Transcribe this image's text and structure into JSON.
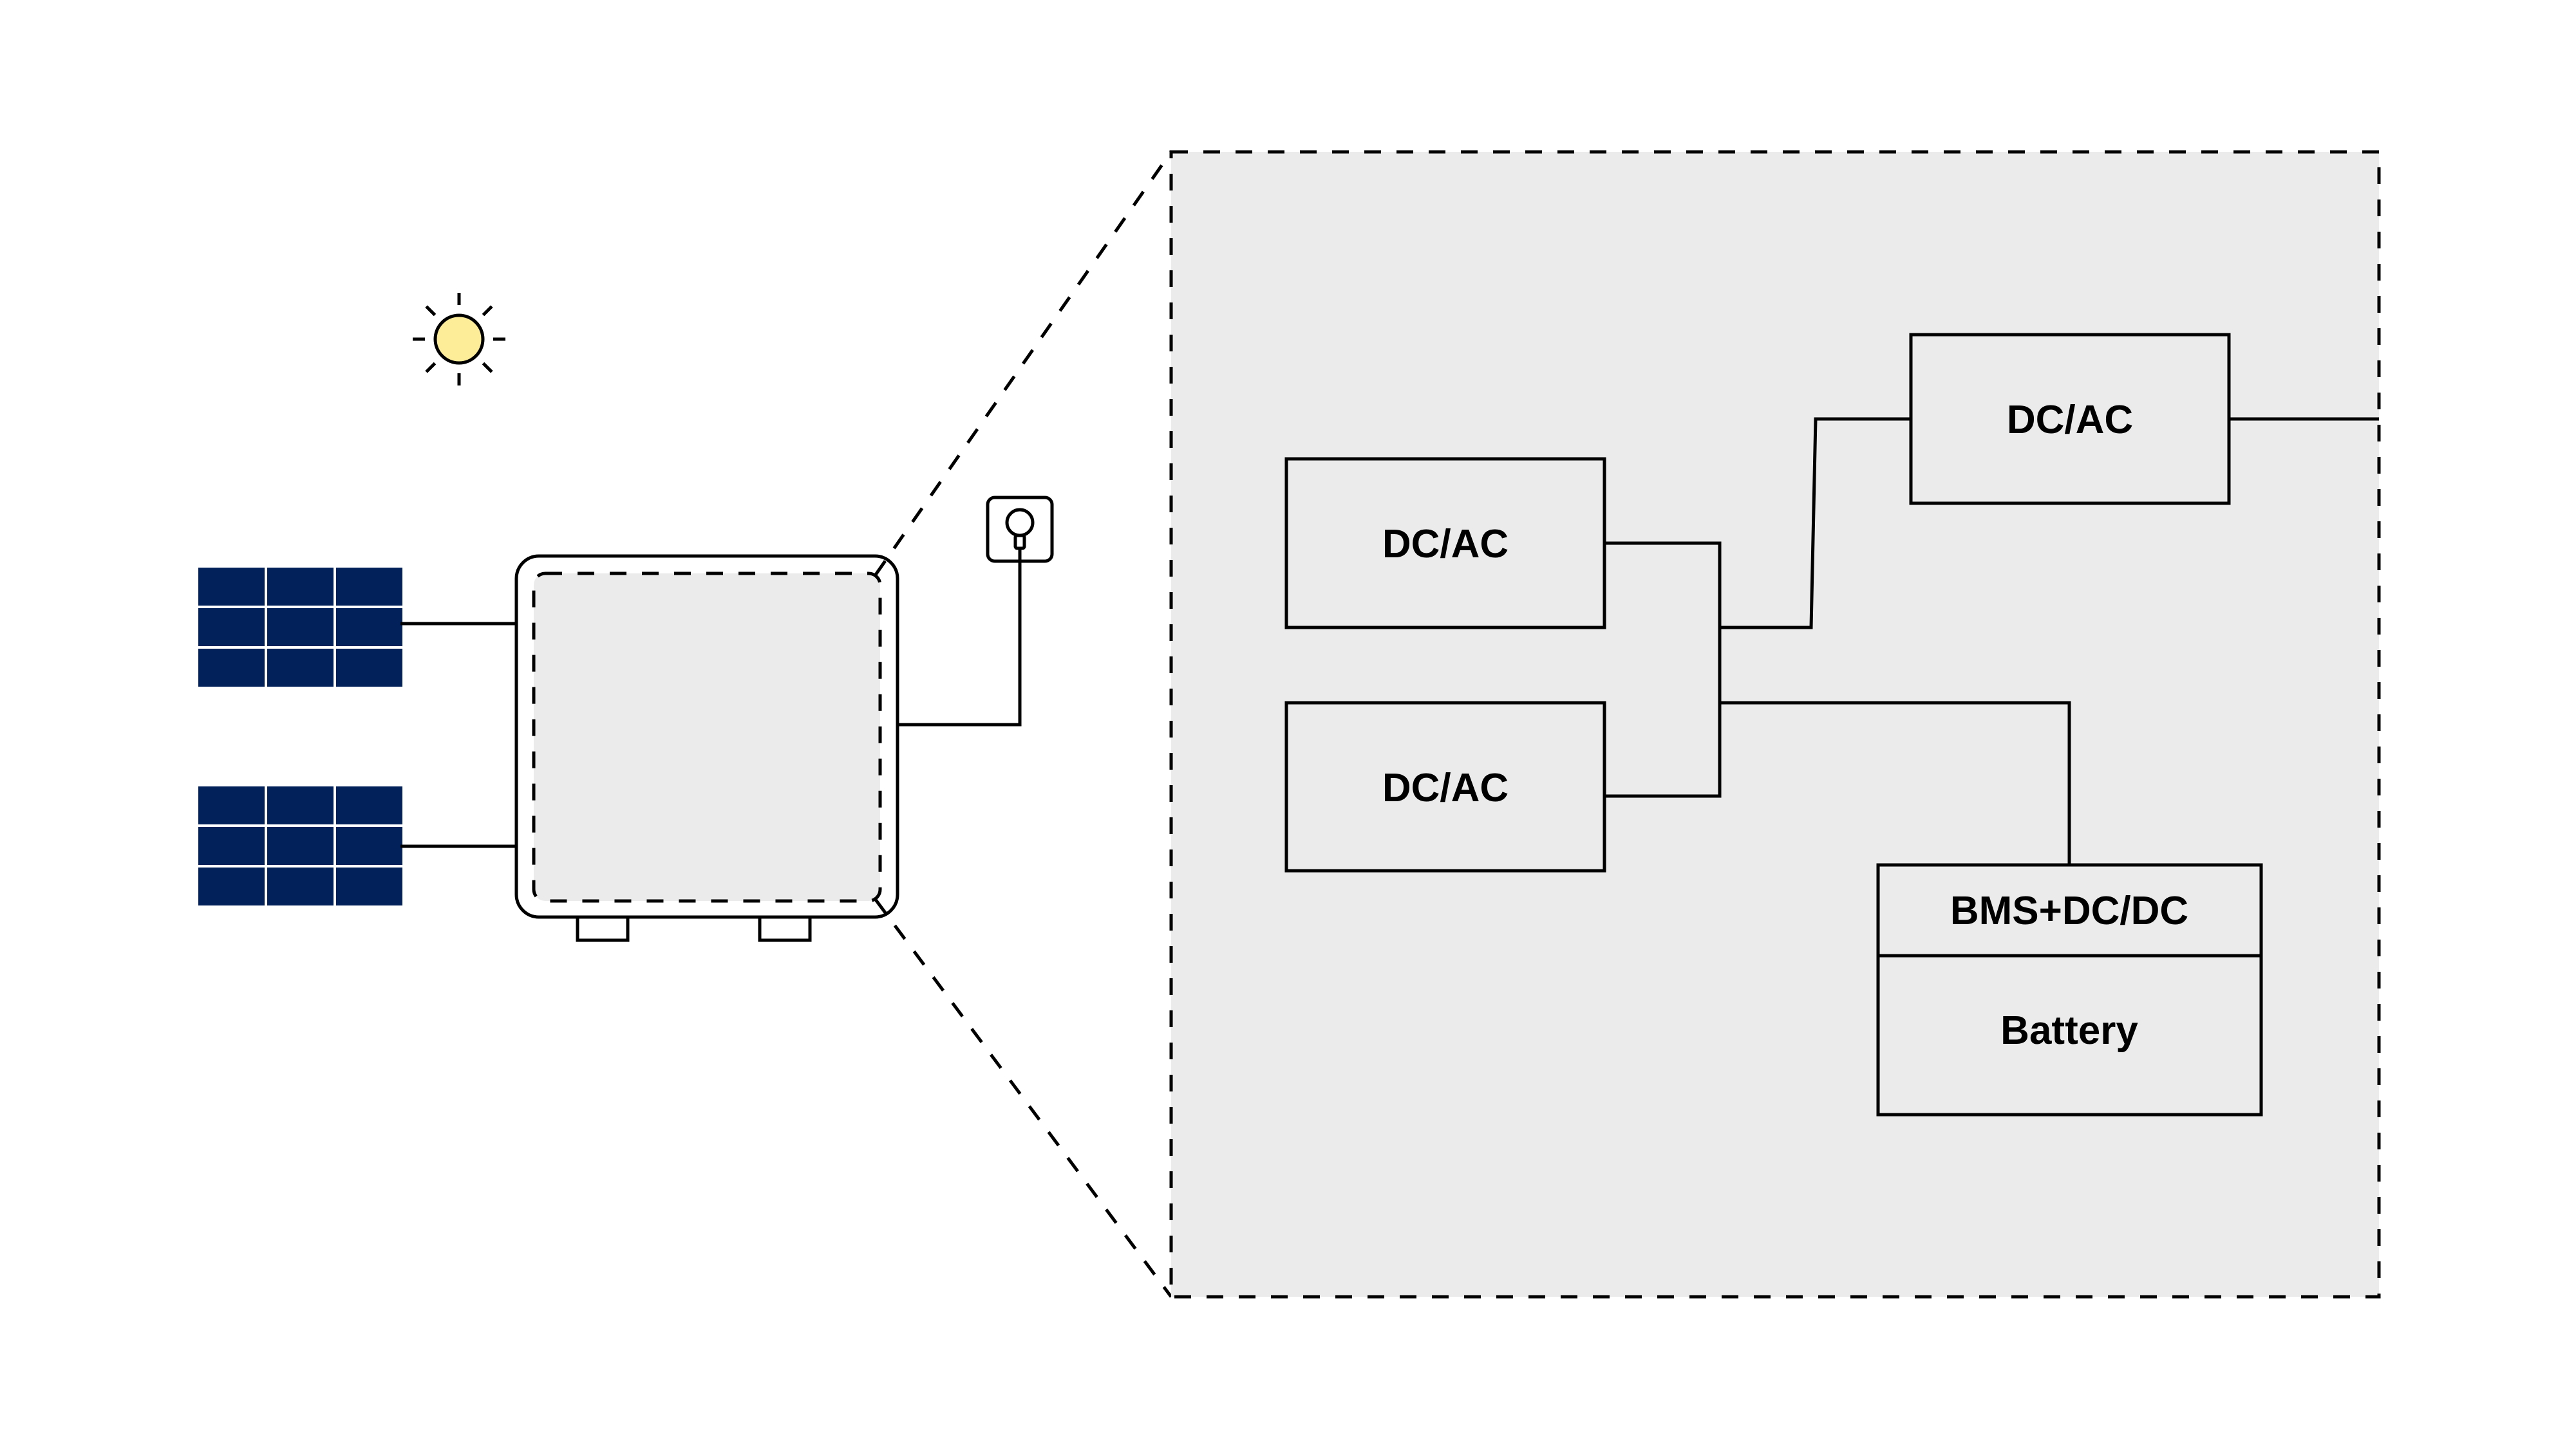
{
  "diagram": {
    "title": "",
    "colors": {
      "background": "#FFFFFF",
      "zoom_fill": "#EBEBEB",
      "line": "#000000",
      "panel": "#02205A",
      "panel_grid": "#FFFFFF",
      "sun": "#FDEC98"
    },
    "icons": {
      "sun": "sun-icon",
      "solar_panel": "solar-panel-icon",
      "socket": "power-socket-icon",
      "device": "inverter-device-icon"
    },
    "left_side": {
      "solar_panels": [
        {
          "name": "Solar panel 1",
          "rows": 3,
          "cols": 3
        },
        {
          "name": "Solar panel 2",
          "rows": 3,
          "cols": 3
        }
      ],
      "device_label": "",
      "socket_label": ""
    },
    "zoom_detail": {
      "blocks": [
        {
          "id": "pv-inverter-1",
          "label": "DC/AC"
        },
        {
          "id": "pv-inverter-2",
          "label": "DC/AC"
        },
        {
          "id": "grid-inverter",
          "label": "DC/AC"
        },
        {
          "id": "bms",
          "label": "BMS+DC/DC"
        },
        {
          "id": "battery",
          "label": "Battery"
        }
      ],
      "connections": [
        [
          "pv-inverter-1",
          "dc-bus"
        ],
        [
          "pv-inverter-2",
          "dc-bus"
        ],
        [
          "dc-bus",
          "grid-inverter"
        ],
        [
          "dc-bus",
          "bms"
        ],
        [
          "grid-inverter",
          "output"
        ]
      ]
    }
  }
}
